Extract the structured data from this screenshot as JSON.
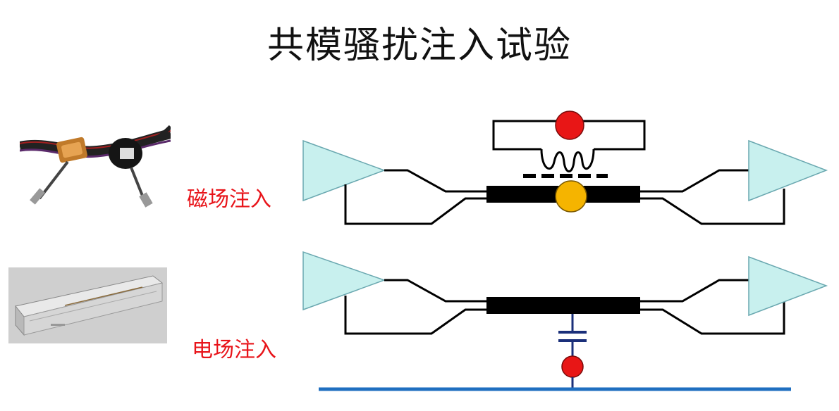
{
  "title": "共模骚扰注入试验",
  "magnetic": {
    "label": "磁场注入"
  },
  "electric": {
    "label": "电场注入"
  },
  "colors": {
    "amplifier_fill": "#c8f0ee",
    "cable": "#000000",
    "red_source": "#e81616",
    "yellow_conductor": "#f5b400",
    "capacitor": "#1a2f7a",
    "ground": "#1f6fc0",
    "label": "#e8141a"
  }
}
